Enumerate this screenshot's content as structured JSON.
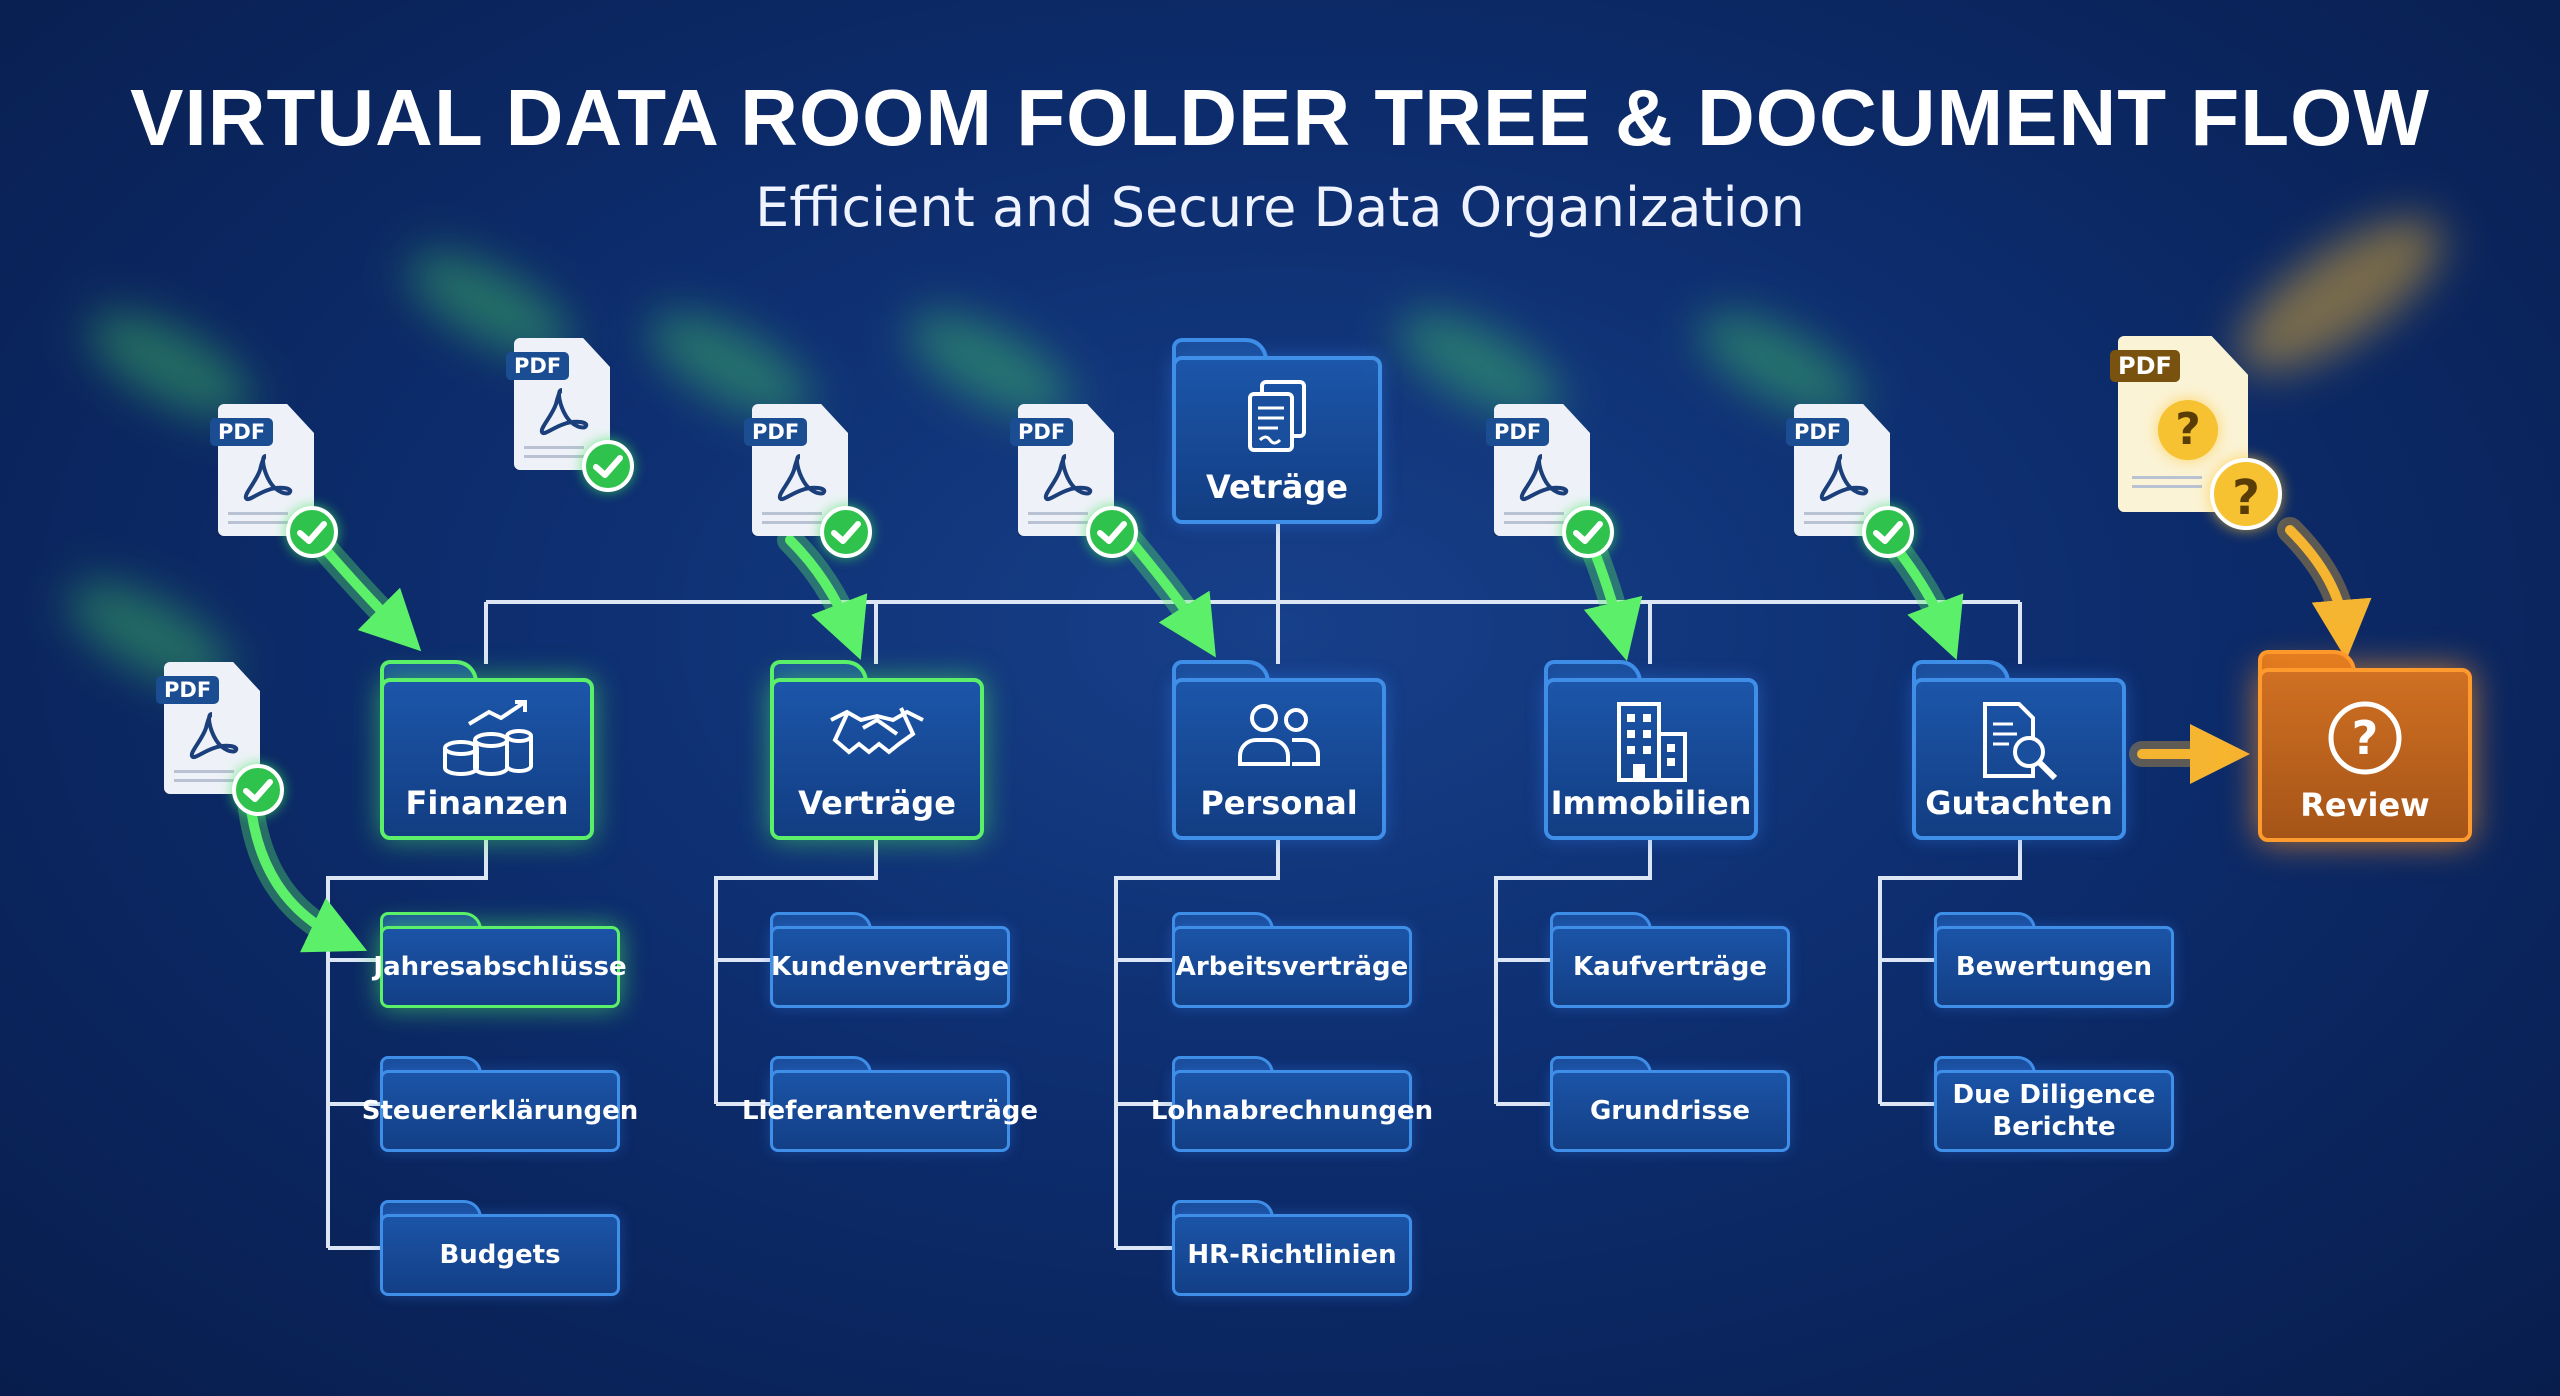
{
  "title": "VIRTUAL DATA ROOM FOLDER TREE & DOCUMENT FLOW",
  "subtitle": "Efficient and Secure Data Organization",
  "colors": {
    "background": "#0d2d6e",
    "folder_border": "#3f8fe8",
    "highlight_green": "#5cf06a",
    "review_orange": "#ff9a2c",
    "question_yellow": "#f6c232"
  },
  "root": {
    "label": "Veträge",
    "icon": "documents-icon"
  },
  "categories": [
    {
      "label": "Finanzen",
      "icon": "coins-chart-icon",
      "highlight": true,
      "children": [
        {
          "label": "Jahresabschlüsse",
          "highlight": true
        },
        {
          "label": "Steuererklärungen"
        },
        {
          "label": "Budgets"
        }
      ]
    },
    {
      "label": "Verträge",
      "icon": "handshake-icon",
      "highlight": true,
      "children": [
        {
          "label": "Kundenverträge"
        },
        {
          "label": "Lieferantenverträge"
        }
      ]
    },
    {
      "label": "Personal",
      "icon": "people-icon",
      "children": [
        {
          "label": "Arbeitsverträge"
        },
        {
          "label": "Lohnabrechnungen"
        },
        {
          "label": "HR-Richtlinien"
        }
      ]
    },
    {
      "label": "Immobilien",
      "icon": "building-icon",
      "children": [
        {
          "label": "Kaufverträge"
        },
        {
          "label": "Grundrisse"
        }
      ]
    },
    {
      "label": "Gutachten",
      "icon": "document-search-icon",
      "children": [
        {
          "label": "Bewertungen"
        },
        {
          "label": "Due Diligence\nBerichte"
        }
      ]
    }
  ],
  "review": {
    "label": "Review",
    "icon": "question-icon"
  },
  "documents": {
    "badge": "PDF",
    "verified_icon": "check-icon",
    "pending_icon": "question-icon",
    "pending_symbol": "?"
  }
}
